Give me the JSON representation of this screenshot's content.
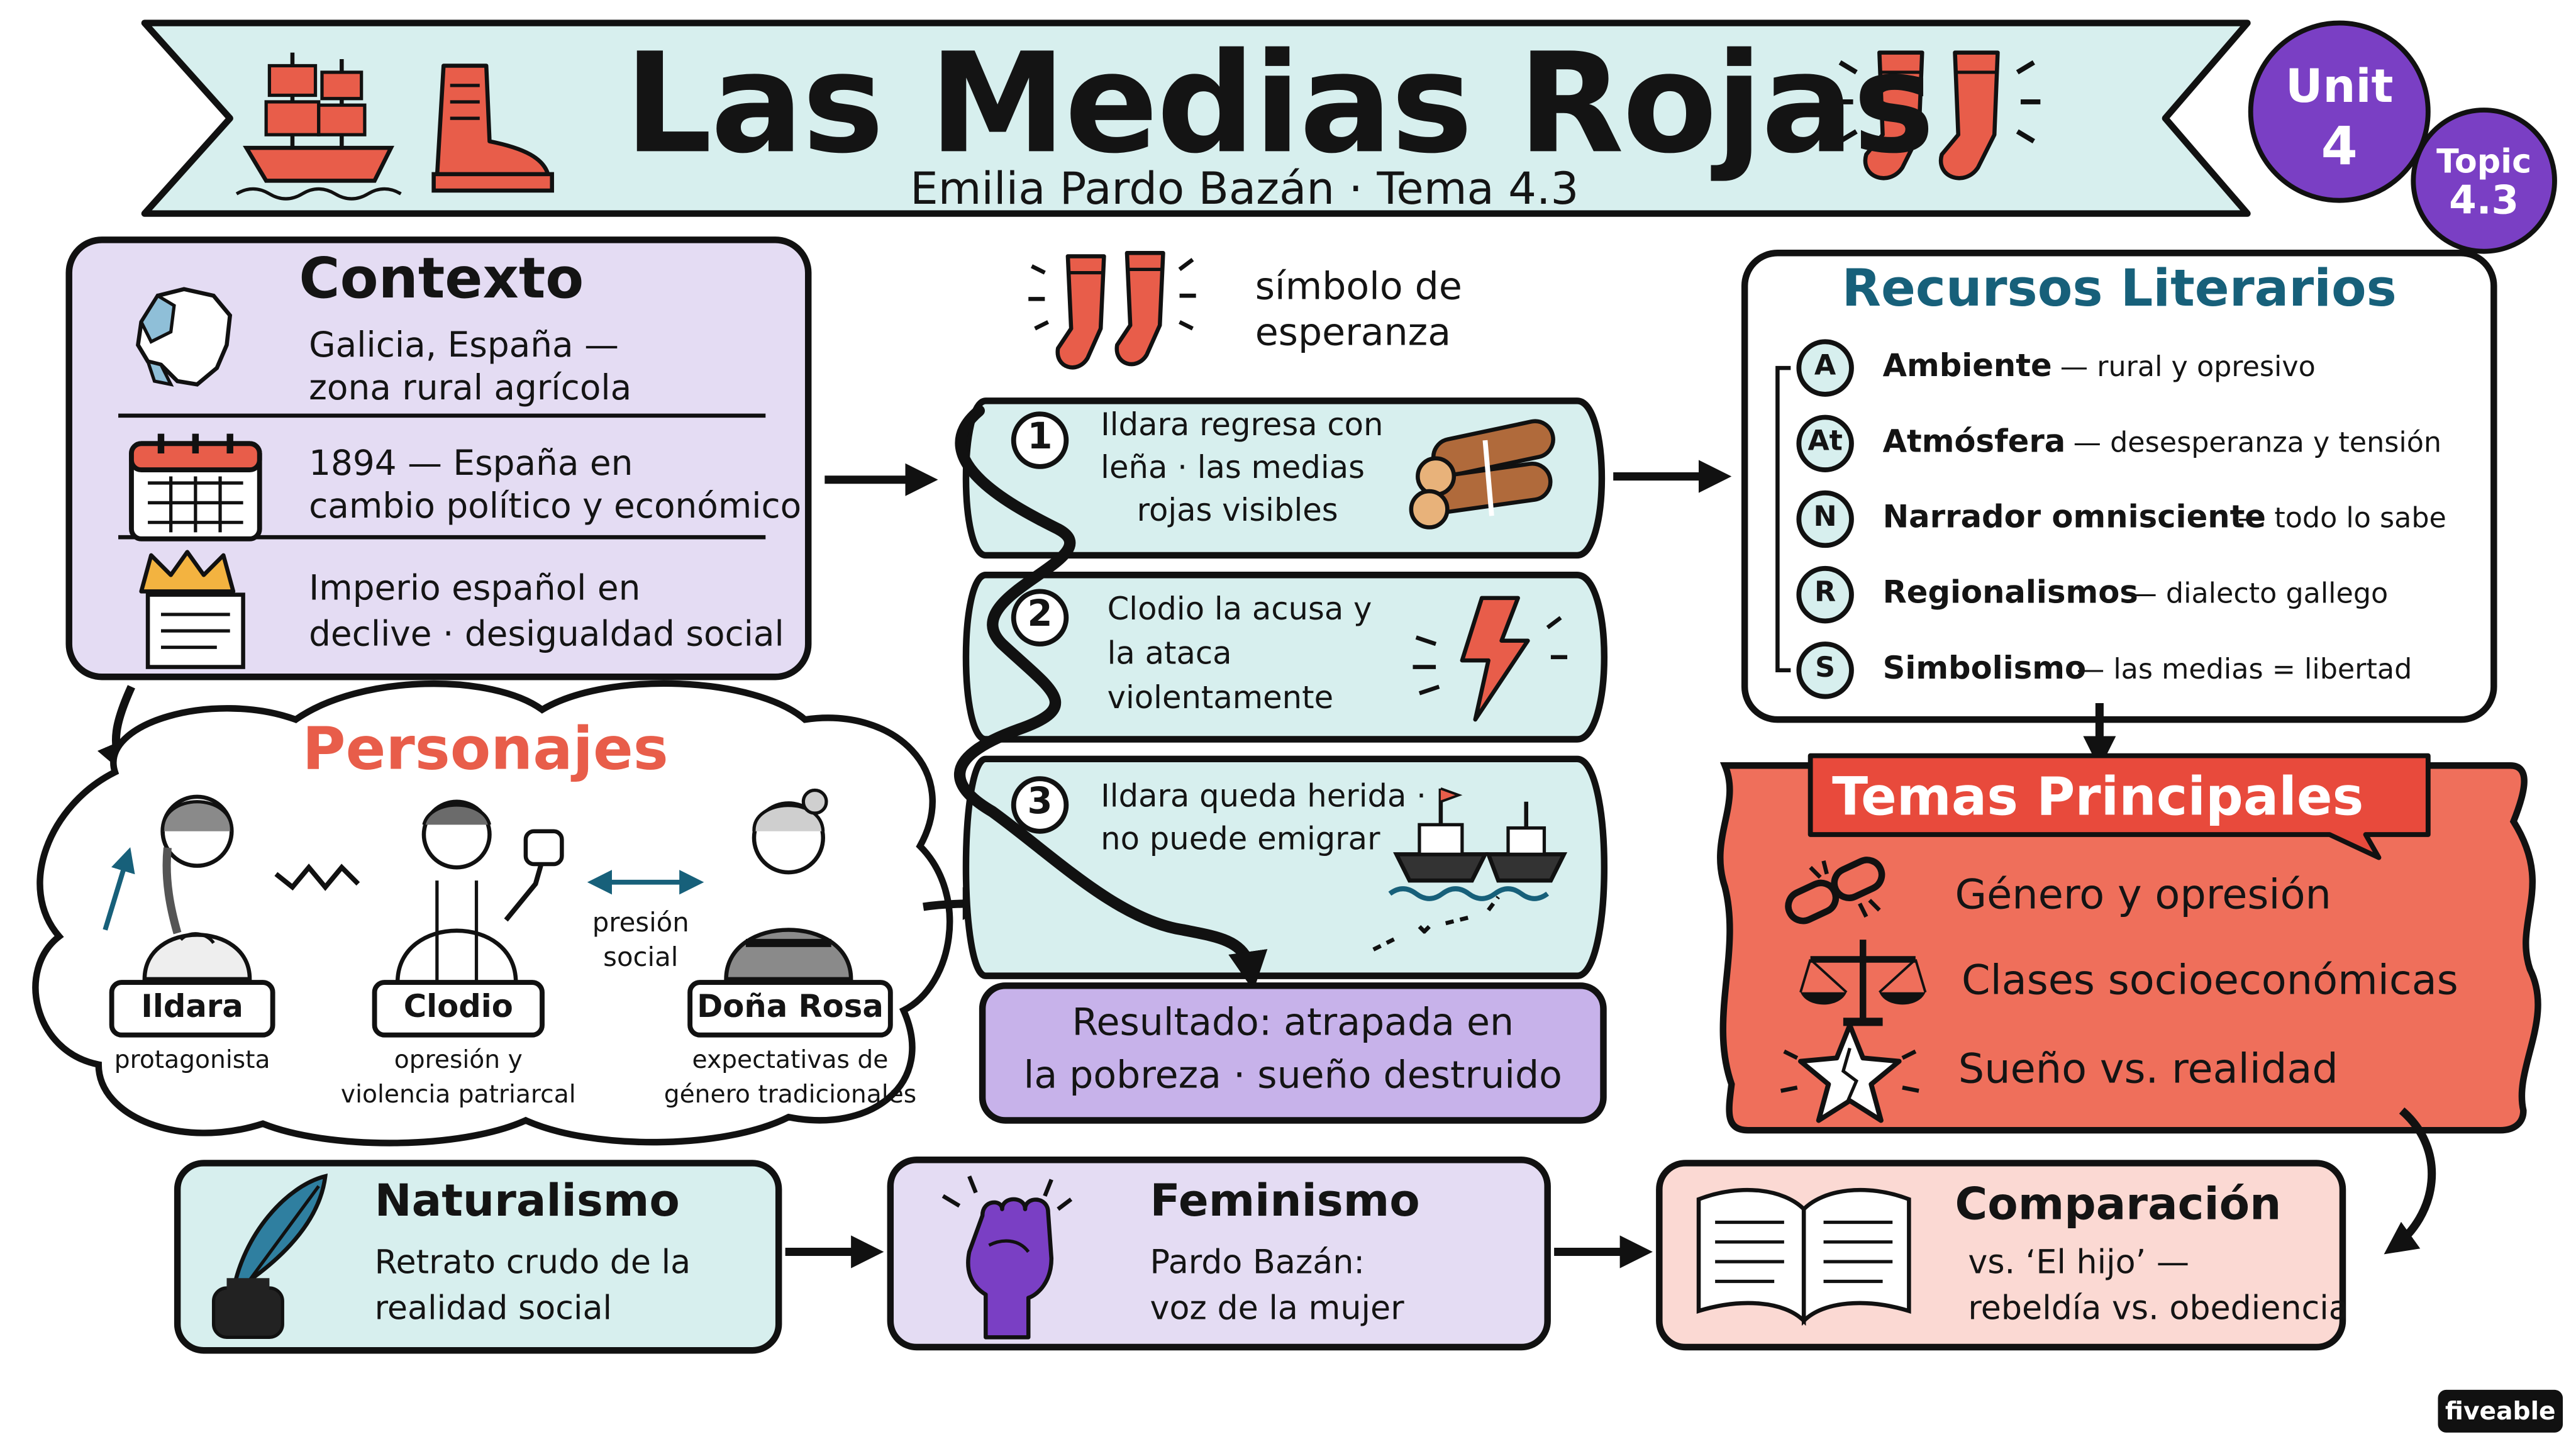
{
  "banner": {
    "title": "Las Medias Rojas",
    "subtitle": "Emilia Pardo Bazán · Tema 4.3"
  },
  "badges": {
    "unit_label": "Unit",
    "unit_value": "4",
    "topic_label": "Topic",
    "topic_value": "4.3"
  },
  "contexto": {
    "title": "Contexto",
    "rows": [
      {
        "icon": "galicia-map-icon",
        "lines": [
          "Galicia, España —",
          "zona rural agrícola"
        ]
      },
      {
        "icon": "calendar-icon",
        "lines": [
          "1894 — España en",
          "cambio político y económico"
        ]
      },
      {
        "icon": "crown-document-icon",
        "lines": [
          "Imperio español en",
          "declive · desigualdad social"
        ]
      }
    ]
  },
  "symbol": {
    "lines": [
      "símbolo de",
      "esperanza"
    ]
  },
  "plot": {
    "events": [
      {
        "num": "1",
        "lines": [
          "Ildara regresa con",
          "leña · las medias",
          "rojas visibles"
        ],
        "icon": "firewood-icon"
      },
      {
        "num": "2",
        "lines": [
          "Clodio la acusa y",
          "la ataca",
          "violentamente"
        ],
        "icon": "lightning-icon"
      },
      {
        "num": "3",
        "lines": [
          "Ildara queda herida ·",
          "no puede emigrar"
        ],
        "icon": "ships-icon"
      }
    ],
    "result_lines": [
      "Resultado: atrapada en",
      "la pobreza · sueño destruido"
    ]
  },
  "personajes": {
    "title": "Personajes",
    "pressure": [
      "presión",
      "social"
    ],
    "characters": [
      {
        "name": "Ildara",
        "role": [
          "protagonista"
        ]
      },
      {
        "name": "Clodio",
        "role": [
          "opresión y",
          "violencia patriarcal"
        ]
      },
      {
        "name": "Doña Rosa",
        "role": [
          "expectativas de",
          "género tradicionales"
        ]
      }
    ]
  },
  "recursos": {
    "title": "Recursos Literarios",
    "items": [
      {
        "letter": "A",
        "term": "Ambiente",
        "desc": "— rural y opresivo"
      },
      {
        "letter": "At",
        "term": "Atmósfera",
        "desc": "— desesperanza y tensión"
      },
      {
        "letter": "N",
        "term": "Narrador omnisciente",
        "desc": "— todo lo sabe"
      },
      {
        "letter": "R",
        "term": "Regionalismos",
        "desc": "— dialecto gallego"
      },
      {
        "letter": "S",
        "term": "Simbolismo",
        "desc": "— las medias = libertad"
      }
    ]
  },
  "temas": {
    "title": "Temas Principales",
    "items": [
      {
        "icon": "broken-chain-icon",
        "label": "Género y opresión"
      },
      {
        "icon": "balance-scale-icon",
        "label": "Clases socioeconómicas"
      },
      {
        "icon": "cracked-star-icon",
        "label": "Sueño vs. realidad"
      }
    ]
  },
  "bottom": [
    {
      "title": "Naturalismo",
      "lines": [
        "Retrato crudo de la",
        "realidad social"
      ],
      "icon": "quill-inkwell-icon"
    },
    {
      "title": "Feminismo",
      "lines": [
        "Pardo Bazán:",
        "voz de la mujer"
      ],
      "icon": "raised-fist-icon"
    },
    {
      "title": "Comparación",
      "lines": [
        "vs. ‘El hijo’ —",
        "rebeldía vs. obediencia"
      ],
      "icon": "open-book-icon"
    }
  ],
  "brand": "fiveable",
  "colors": {
    "teal": "#d7efee",
    "lavender": "#e4dcf3",
    "coral": "#ef6f5b",
    "pink": "#fbd9d3",
    "purple": "#7a3fc4",
    "red": "#e85d4a",
    "dark_teal": "#17607a"
  }
}
